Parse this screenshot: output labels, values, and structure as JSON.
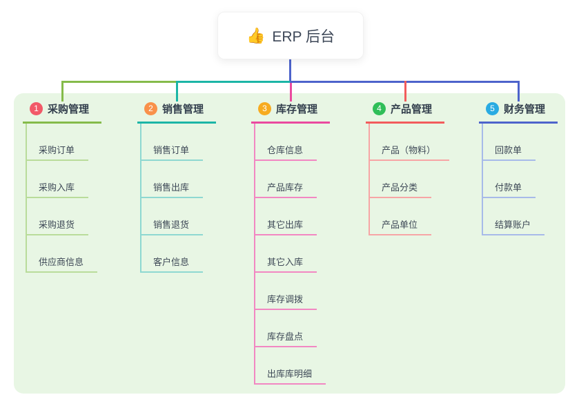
{
  "root": {
    "icon": "👍",
    "label": "ERP 后台"
  },
  "colors": {
    "canvas_bg": "#ffffff",
    "panel_bg": "#e8f6e4",
    "root_text": "#3d4757",
    "title_text": "#333f4d",
    "child_text": "#3d4856",
    "root_connector": "#4d63cb"
  },
  "branches": [
    {
      "num": "1",
      "title": "采购管理",
      "badge_color": "#f25968",
      "line_color": "#85bb4a",
      "child_line_color": "#b9dc9a",
      "children": [
        "采购订单",
        "采购入库",
        "采购退货",
        "供应商信息"
      ]
    },
    {
      "num": "2",
      "title": "销售管理",
      "badge_color": "#f9914a",
      "line_color": "#1cb5a6",
      "child_line_color": "#8ed8d1",
      "children": [
        "销售订单",
        "销售出库",
        "销售退货",
        "客户信息"
      ]
    },
    {
      "num": "3",
      "title": "库存管理",
      "badge_color": "#f7ab20",
      "line_color": "#ea4a9f",
      "child_line_color": "#f287c2",
      "children": [
        "仓库信息",
        "产品库存",
        "其它出库",
        "其它入库",
        "库存调拨",
        "库存盘点",
        "出库库明细"
      ]
    },
    {
      "num": "4",
      "title": "产品管理",
      "badge_color": "#2fbe58",
      "line_color": "#f25c5c",
      "child_line_color": "#f7a5a5",
      "children": [
        "产品（物料）",
        "产品分类",
        "产品单位"
      ]
    },
    {
      "num": "5",
      "title": "财务管理",
      "badge_color": "#29abe2",
      "line_color": "#4d63cb",
      "child_line_color": "#a7bae9",
      "children": [
        "回款单",
        "付款单",
        "结算账户"
      ]
    }
  ]
}
